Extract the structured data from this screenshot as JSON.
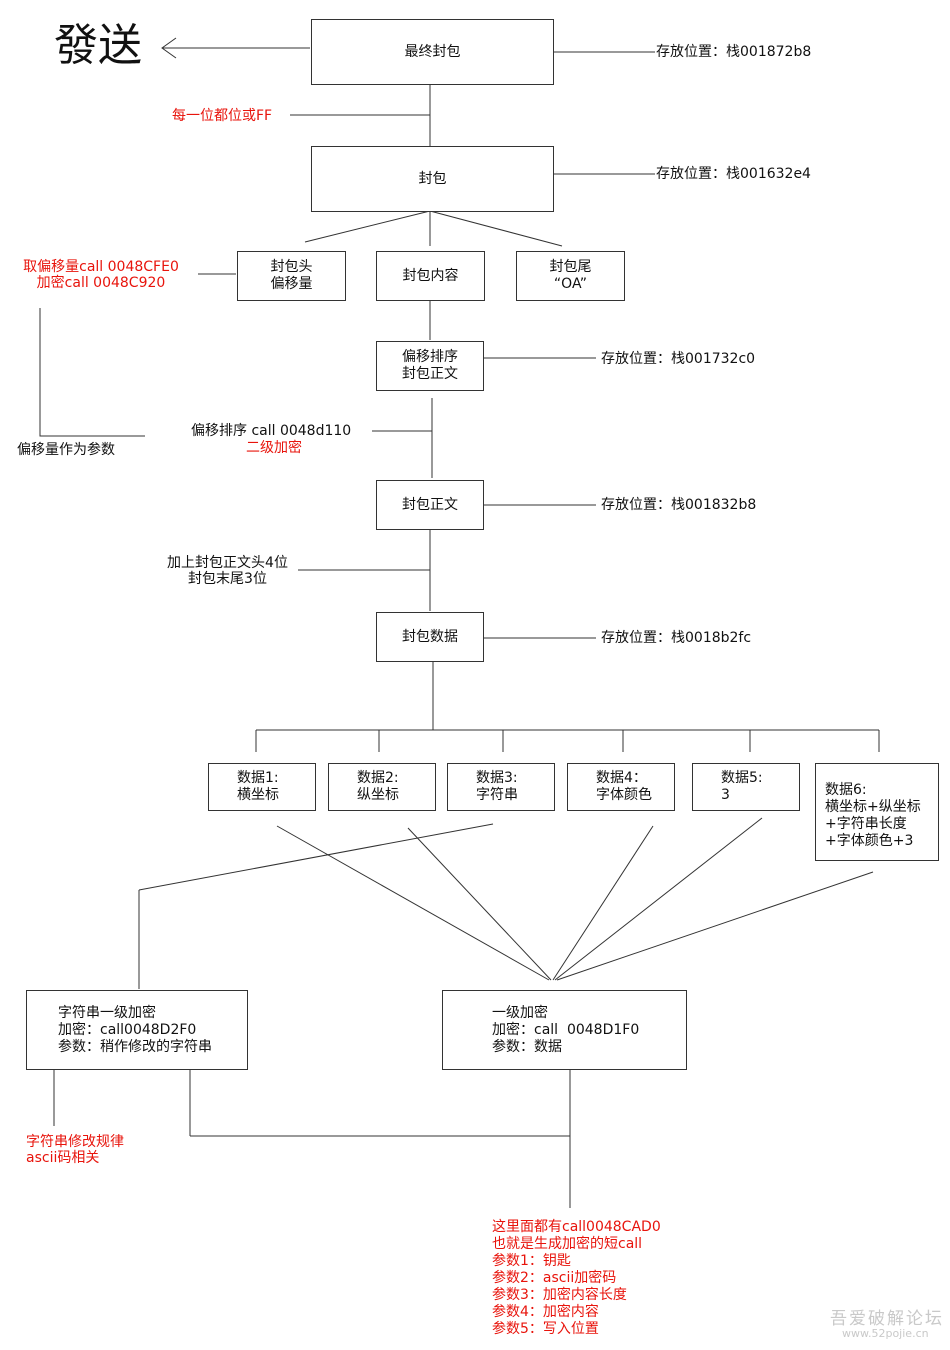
{
  "title": "發送",
  "boxes": {
    "final_packet": "最终封包",
    "packet": "封包",
    "packet_head": "封包头\n偏移量",
    "packet_content": "封包内容",
    "packet_tail": "封包尾\n“OA”",
    "offset_sort": "偏移排序\n封包正文",
    "packet_body": "封包正文",
    "packet_data": "封包数据",
    "data1": "数据1:\n横坐标",
    "data2": "数据2:\n纵坐标",
    "data3": "数据3:\n字符串",
    "data4": "数据4：\n字体颜色",
    "data5": "数据5:\n3",
    "data6": "数据6:\n横坐标+纵坐标\n+字符串长度\n+字体颜色+3",
    "string_encrypt": "字符串一级加密\n加密：call0048D2F0\n参数：稍作修改的字符串",
    "level1_encrypt": "一级加密\n加密：call  0048D1F0\n参数：数据"
  },
  "labels": {
    "storage_final": "存放位置：栈001872b8",
    "storage_packet": "存放位置：栈001632e4",
    "storage_sort": "存放位置：栈001732c0",
    "storage_body": "存放位置：栈001832b8",
    "storage_data": "存放位置：栈0018b2fc",
    "xor_ff": "每一位都位或FF",
    "offset_call": "取偏移量call 0048CFE0\n加密call 0048C920",
    "offset_param": "偏移量作为参数",
    "sort_call": "偏移排序 call 0048d110",
    "second_encrypt": "二级加密",
    "add_head_tail": "加上封包正文头4位\n封包末尾3位",
    "string_rule": "字符串修改规律\nascii码相关",
    "short_call": "这里面都有call0048CAD0\n也就是生成加密的短call\n参数1：钥匙\n参数2：ascii加密码\n参数3：加密内容长度\n参数4：加密内容\n参数5：写入位置"
  },
  "watermark": {
    "name": "吾爱破解论坛",
    "url": "www.52pojie.cn"
  },
  "colors": {
    "annotation_red": "#e8140c",
    "line": "#333333",
    "watermark": "#c9c9c9"
  }
}
